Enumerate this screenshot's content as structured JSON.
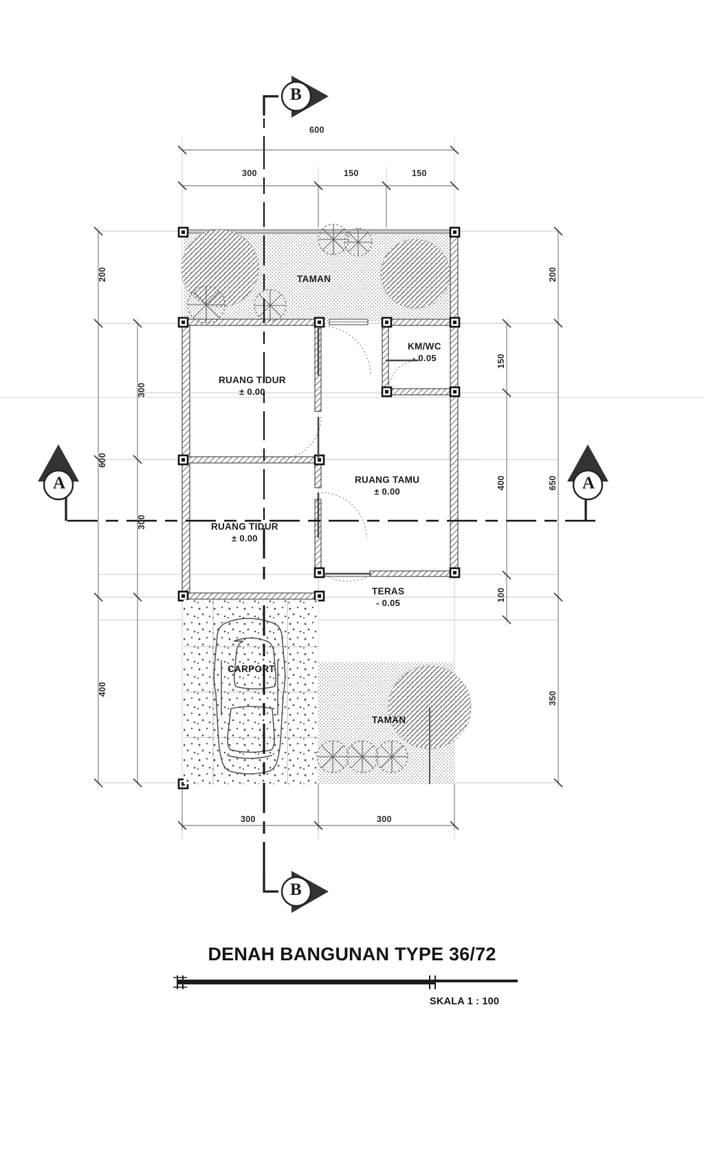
{
  "drawing": {
    "title": "DENAH BANGUNAN TYPE 36/72",
    "scale": "SKALA 1 : 100",
    "type": "floor-plan"
  },
  "section_markers": [
    {
      "id": "marker-b-top",
      "letter": "B",
      "position": "top",
      "direction": "right"
    },
    {
      "id": "marker-b-bottom",
      "letter": "B",
      "position": "bottom",
      "direction": "right"
    },
    {
      "id": "marker-a-left",
      "letter": "A",
      "position": "left",
      "direction": "up"
    },
    {
      "id": "marker-a-right",
      "letter": "A",
      "position": "right",
      "direction": "up"
    }
  ],
  "rooms": [
    {
      "name": "TAMAN",
      "elevation": ""
    },
    {
      "name": "RUANG TIDUR",
      "elevation": "± 0.00"
    },
    {
      "name": "KM/WC",
      "elevation": "- 0.05"
    },
    {
      "name": "RUANG TAMU",
      "elevation": "± 0.00"
    },
    {
      "name": "RUANG TIDUR",
      "elevation": "± 0.00"
    },
    {
      "name": "TERAS",
      "elevation": "- 0.05"
    },
    {
      "name": "CARPORT",
      "elevation": ""
    },
    {
      "name": "TAMAN",
      "elevation": ""
    }
  ],
  "room_labels": {
    "taman_top": "TAMAN",
    "bedroom_top": "RUANG TIDUR",
    "bedroom_top_elev": "± 0.00",
    "kmwc": "KM/WC",
    "kmwc_elev": "- 0.05",
    "living": "RUANG TAMU",
    "living_elev": "± 0.00",
    "bedroom_bottom": "RUANG TIDUR",
    "bedroom_bottom_elev": "± 0.00",
    "teras": "TERAS",
    "teras_elev": "- 0.05",
    "carport": "CARPORT",
    "taman_bottom": "TAMAN"
  },
  "dimensions": {
    "top": [
      {
        "value": "600",
        "span": "overall-width"
      },
      {
        "value": "300",
        "span": "left-bay"
      },
      {
        "value": "150",
        "span": "middle-bay"
      },
      {
        "value": "150",
        "span": "right-bay"
      }
    ],
    "left": [
      {
        "value": "200",
        "span": "garden-depth"
      },
      {
        "value": "300",
        "span": "bedroom-1-depth"
      },
      {
        "value": "600",
        "span": "bedrooms-total"
      },
      {
        "value": "300",
        "span": "bedroom-2-depth"
      },
      {
        "value": "400",
        "span": "carport-depth"
      }
    ],
    "right": [
      {
        "value": "200",
        "span": "garden-depth"
      },
      {
        "value": "150",
        "span": "kmwc-depth"
      },
      {
        "value": "650",
        "span": "house-depth"
      },
      {
        "value": "400",
        "span": "living-depth"
      },
      {
        "value": "100",
        "span": "teras-depth"
      },
      {
        "value": "350",
        "span": "rear-garden-depth"
      }
    ],
    "bottom": [
      {
        "value": "300",
        "span": "carport-width"
      },
      {
        "value": "300",
        "span": "garden-width"
      }
    ]
  },
  "colors": {
    "ink": "#1b1b1b",
    "line": "#3a3a3a",
    "thin": "#8a8a8a",
    "hatch": "#6e6e6e",
    "paper": "#ffffff"
  }
}
